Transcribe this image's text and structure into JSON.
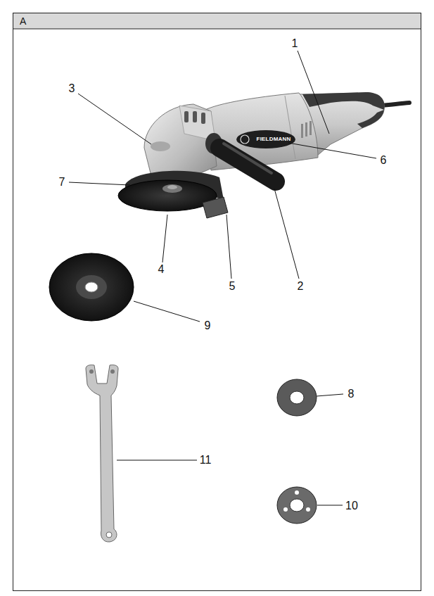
{
  "diagram": {
    "title": "A",
    "labels": [
      "1",
      "3",
      "6",
      "7",
      "4",
      "5",
      "2",
      "9",
      "8",
      "11",
      "10",
      "FIELDMANN"
    ]
  }
}
